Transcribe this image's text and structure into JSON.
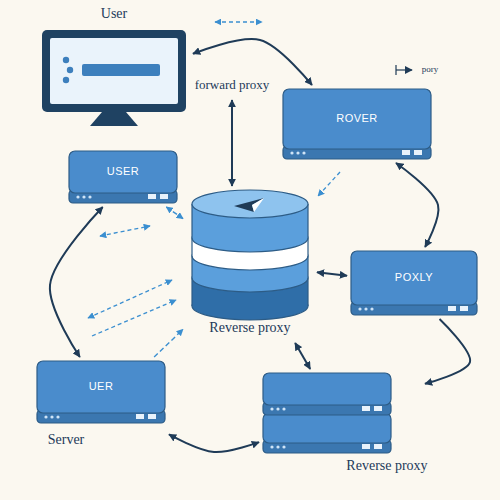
{
  "diagram": {
    "nodes": [
      {
        "text": [
          "User"
        ]
      },
      {
        "text": [
          "ROVER"
        ]
      },
      {
        "text": [
          "USER"
        ]
      },
      {
        "text": [
          "Reverse proxy"
        ]
      },
      {
        "text": [
          "POXLY"
        ]
      },
      {
        "text": [
          "UER",
          "Server"
        ]
      },
      {
        "text": [
          "Reverse proxy"
        ]
      }
    ],
    "edges": [
      {
        "from": 0,
        "to": 1,
        "arrow": "both"
      },
      {
        "from": 1,
        "to": 4,
        "arrow": "both"
      },
      {
        "from": 4,
        "to": 6,
        "arrow": "to"
      },
      {
        "from": 6,
        "to": 5,
        "arrow": "both"
      },
      {
        "from": 5,
        "to": 2,
        "arrow": "both"
      },
      {
        "from": 2,
        "to": 3,
        "arrow": "both"
      },
      {
        "from": 3,
        "to": 4,
        "arrow": "both"
      },
      {
        "from": 5,
        "to": 3,
        "arrow": "to"
      },
      {
        "from": 3,
        "to": 6,
        "arrow": "both"
      }
    ],
    "labels": [
      "forward proxy",
      "pory"
    ]
  }
}
